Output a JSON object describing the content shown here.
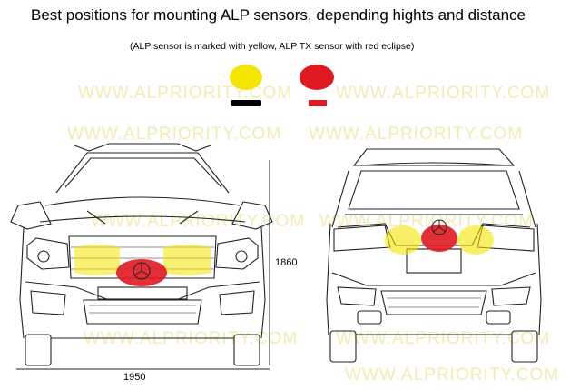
{
  "title": "Best positions for mounting ALP sensors, depending hights and distance",
  "subtitle": "(ALP sensor is marked with yellow, ALP TX sensor with red eclipse)",
  "watermark": "WWW.ALPRIORITY.COM",
  "dimensions": {
    "height": "1860",
    "width": "1950"
  },
  "colors": {
    "alp_sensor": "#f5e400",
    "alp_tx_sensor": "#e01a22",
    "outline": "#222222",
    "watermark": "#f2ebb4"
  },
  "legend": [
    {
      "name": "alp-sensor",
      "color": "#f5e400",
      "underline": "#000000"
    },
    {
      "name": "alp-tx-sensor",
      "color": "#e01a22",
      "underline": "#e01a22"
    }
  ],
  "views": [
    "front-view",
    "rear-view"
  ]
}
